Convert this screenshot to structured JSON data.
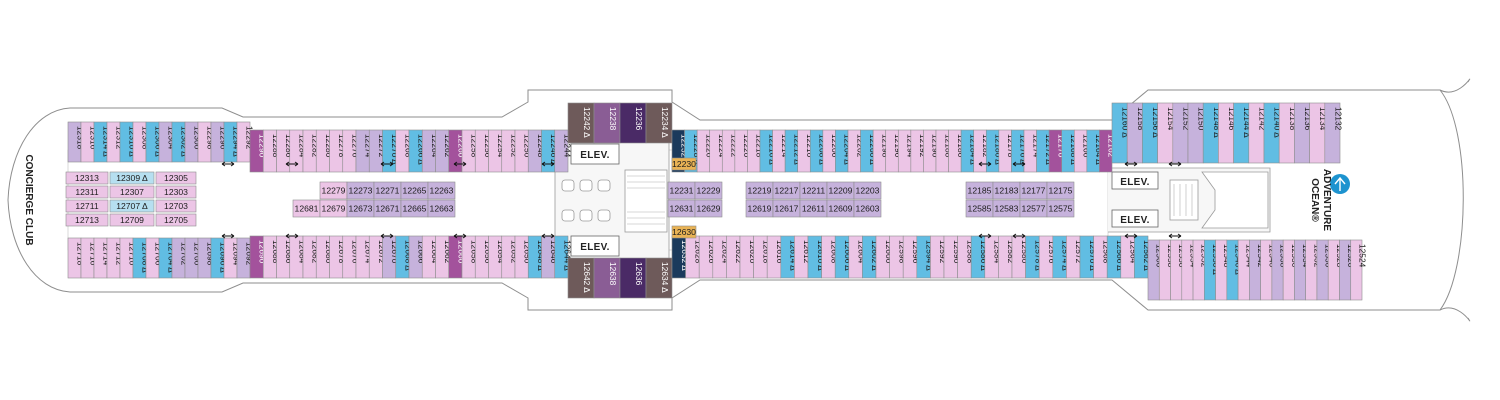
{
  "colors": {
    "pink": "#ecc5e6",
    "lavender": "#c6b2dc",
    "blue": "#61bde3",
    "lightblue": "#b6dff0",
    "magenta": "#a3529c",
    "plum": "#8a5d95",
    "darkplum": "#4a2a66",
    "navy": "#1b3a5c",
    "taupe": "#6e5a5a",
    "gold": "#e9b355",
    "grey": "#dedede",
    "outline": "#8e8e8e"
  },
  "labels": {
    "concierge": "CONCIERGE CLUB",
    "elev_fwd_top": "ELEV.",
    "elev_fwd_bottom": "ELEV.",
    "elev_aft_top": "ELEV.",
    "elev_aft_bottom": "ELEV.",
    "adventure": "ADVENTURE",
    "ocean": "OCEAN®"
  },
  "cabins": {
    "top_fwd": [
      {
        "n": "12318",
        "c": "lavender"
      },
      {
        "n": "12316",
        "c": "pink"
      },
      {
        "n": "12314 Δ",
        "c": "blue"
      },
      {
        "n": "12312",
        "c": "pink"
      },
      {
        "n": "12310 Δ",
        "c": "blue"
      },
      {
        "n": "12308",
        "c": "pink"
      },
      {
        "n": "12306 Δ",
        "c": "blue"
      },
      {
        "n": "12304",
        "c": "lavender"
      },
      {
        "n": "12302 Δ",
        "c": "blue"
      },
      {
        "n": "12300",
        "c": "lavender"
      },
      {
        "n": "12298",
        "c": "pink"
      },
      {
        "n": "12296",
        "c": "lavender"
      },
      {
        "n": "12294 Δ",
        "c": "blue"
      },
      {
        "n": "12292",
        "c": "pink"
      }
    ],
    "top_mid": [
      {
        "n": "12290",
        "c": "magenta"
      },
      {
        "n": "12288",
        "c": "pink"
      },
      {
        "n": "12286",
        "c": "pink"
      },
      {
        "n": "12284",
        "c": "pink"
      },
      {
        "n": "12282",
        "c": "pink"
      },
      {
        "n": "12280",
        "c": "pink"
      },
      {
        "n": "12278",
        "c": "pink"
      },
      {
        "n": "12276",
        "c": "pink"
      },
      {
        "n": "12274",
        "c": "lavender"
      },
      {
        "n": "12272",
        "c": "lavender"
      },
      {
        "n": "12270 Δ",
        "c": "blue"
      },
      {
        "n": "12268",
        "c": "pink"
      },
      {
        "n": "12266 Δ",
        "c": "blue"
      },
      {
        "n": "12264",
        "c": "lavender"
      },
      {
        "n": "12262",
        "c": "lavender"
      },
      {
        "n": "12260",
        "c": "magenta"
      },
      {
        "n": "12258",
        "c": "pink"
      },
      {
        "n": "12256",
        "c": "pink"
      },
      {
        "n": "12254",
        "c": "pink"
      },
      {
        "n": "12252",
        "c": "pink"
      },
      {
        "n": "12250",
        "c": "pink"
      },
      {
        "n": "12248",
        "c": "lavender"
      },
      {
        "n": "12246 Δ",
        "c": "blue"
      },
      {
        "n": "12244",
        "c": "lavender"
      }
    ],
    "top_core": [
      {
        "n": "12242 Δ",
        "c": "taupe"
      },
      {
        "n": "12238",
        "c": "plum"
      },
      {
        "n": "12236",
        "c": "darkplum"
      },
      {
        "n": "12234 Δ",
        "c": "taupe"
      }
    ],
    "top_aft": [
      {
        "n": "12232 Δ",
        "c": "navy"
      },
      {
        "n": "12228 Δ",
        "c": "blue"
      },
      {
        "n": "12226",
        "c": "pink"
      },
      {
        "n": "12224",
        "c": "pink"
      },
      {
        "n": "12222",
        "c": "pink"
      },
      {
        "n": "12220",
        "c": "pink"
      },
      {
        "n": "12218",
        "c": "pink"
      },
      {
        "n": "12216 Δ",
        "c": "blue"
      },
      {
        "n": "12214",
        "c": "pink"
      },
      {
        "n": "12212 Δ",
        "c": "blue"
      },
      {
        "n": "12210",
        "c": "pink"
      },
      {
        "n": "12208 Δ",
        "c": "blue"
      },
      {
        "n": "12206",
        "c": "pink"
      },
      {
        "n": "12204 Δ",
        "c": "blue"
      },
      {
        "n": "12202",
        "c": "pink"
      },
      {
        "n": "12200 Δ",
        "c": "blue"
      },
      {
        "n": "12198",
        "c": "pink"
      },
      {
        "n": "12196",
        "c": "pink"
      },
      {
        "n": "12194",
        "c": "pink"
      },
      {
        "n": "12192",
        "c": "pink"
      },
      {
        "n": "12190",
        "c": "pink"
      },
      {
        "n": "12188",
        "c": "pink"
      },
      {
        "n": "12186",
        "c": "pink"
      },
      {
        "n": "12184 Δ",
        "c": "blue"
      },
      {
        "n": "12182",
        "c": "pink"
      },
      {
        "n": "12180 Δ",
        "c": "blue"
      },
      {
        "n": "12178",
        "c": "pink"
      },
      {
        "n": "12176 Δ",
        "c": "blue"
      },
      {
        "n": "12174",
        "c": "pink"
      },
      {
        "n": "12172 Δ",
        "c": "blue"
      },
      {
        "n": "12170",
        "c": "magenta"
      },
      {
        "n": "12168 Δ",
        "c": "blue"
      },
      {
        "n": "12166",
        "c": "pink"
      },
      {
        "n": "12164 Δ",
        "c": "blue"
      },
      {
        "n": "12162",
        "c": "magenta"
      }
    ],
    "top_stern": [
      {
        "n": "12160 Δ",
        "c": "blue"
      },
      {
        "n": "12158",
        "c": "lavender"
      },
      {
        "n": "12156 Δ",
        "c": "blue"
      },
      {
        "n": "12154",
        "c": "pink"
      },
      {
        "n": "12152",
        "c": "lavender"
      },
      {
        "n": "12150",
        "c": "lavender"
      },
      {
        "n": "12148 Δ",
        "c": "blue"
      },
      {
        "n": "12146",
        "c": "pink"
      },
      {
        "n": "12144 Δ",
        "c": "blue"
      },
      {
        "n": "12142",
        "c": "pink"
      },
      {
        "n": "12140 Δ",
        "c": "blue"
      },
      {
        "n": "12138",
        "c": "pink"
      },
      {
        "n": "12136",
        "c": "lavender"
      },
      {
        "n": "12134",
        "c": "pink"
      },
      {
        "n": "12132",
        "c": "lavender"
      }
    ],
    "bot_fwd": [
      {
        "n": "12718",
        "c": "pink"
      },
      {
        "n": "12716",
        "c": "pink"
      },
      {
        "n": "12714",
        "c": "pink"
      },
      {
        "n": "12712",
        "c": "pink"
      },
      {
        "n": "12710",
        "c": "pink"
      },
      {
        "n": "12708 Δ",
        "c": "blue"
      },
      {
        "n": "12706",
        "c": "pink"
      },
      {
        "n": "12704 Δ",
        "c": "blue"
      },
      {
        "n": "12702",
        "c": "lavender"
      },
      {
        "n": "12700",
        "c": "lavender"
      },
      {
        "n": "12698",
        "c": "lavender"
      },
      {
        "n": "12696 Δ",
        "c": "blue"
      },
      {
        "n": "12694",
        "c": "pink"
      },
      {
        "n": "12692",
        "c": "lavender"
      }
    ],
    "bot_mid": [
      {
        "n": "12690",
        "c": "magenta"
      },
      {
        "n": "12688",
        "c": "pink"
      },
      {
        "n": "12686",
        "c": "pink"
      },
      {
        "n": "12684",
        "c": "pink"
      },
      {
        "n": "12682",
        "c": "pink"
      },
      {
        "n": "12680",
        "c": "pink"
      },
      {
        "n": "12678",
        "c": "pink"
      },
      {
        "n": "12676",
        "c": "pink"
      },
      {
        "n": "12674",
        "c": "pink"
      },
      {
        "n": "12672",
        "c": "pink"
      },
      {
        "n": "12670",
        "c": "lavender"
      },
      {
        "n": "12668 Δ",
        "c": "blue"
      },
      {
        "n": "12666",
        "c": "lavender"
      },
      {
        "n": "12664",
        "c": "pink"
      },
      {
        "n": "12662",
        "c": "pink"
      },
      {
        "n": "12660",
        "c": "magenta"
      },
      {
        "n": "12658",
        "c": "pink"
      },
      {
        "n": "12656",
        "c": "pink"
      },
      {
        "n": "12654",
        "c": "pink"
      },
      {
        "n": "12652",
        "c": "pink"
      },
      {
        "n": "12650",
        "c": "pink"
      },
      {
        "n": "12648 Δ",
        "c": "blue"
      },
      {
        "n": "12646",
        "c": "lavender"
      },
      {
        "n": "12644 Δ",
        "c": "blue"
      }
    ],
    "bot_core": [
      {
        "n": "12642 Δ",
        "c": "taupe"
      },
      {
        "n": "12638",
        "c": "plum"
      },
      {
        "n": "12636",
        "c": "darkplum"
      },
      {
        "n": "12634 Δ",
        "c": "taupe"
      }
    ],
    "bot_aft": [
      {
        "n": "12632 Δ",
        "c": "navy"
      },
      {
        "n": "12628",
        "c": "pink"
      },
      {
        "n": "12626",
        "c": "pink"
      },
      {
        "n": "12624",
        "c": "pink"
      },
      {
        "n": "12622",
        "c": "pink"
      },
      {
        "n": "12620",
        "c": "pink"
      },
      {
        "n": "12618",
        "c": "pink"
      },
      {
        "n": "12616",
        "c": "pink"
      },
      {
        "n": "12614 Δ",
        "c": "blue"
      },
      {
        "n": "12612",
        "c": "pink"
      },
      {
        "n": "12610 Δ",
        "c": "blue"
      },
      {
        "n": "12608",
        "c": "pink"
      },
      {
        "n": "12606 Δ",
        "c": "blue"
      },
      {
        "n": "12604",
        "c": "pink"
      },
      {
        "n": "12602 Δ",
        "c": "blue"
      },
      {
        "n": "12600",
        "c": "pink"
      },
      {
        "n": "12598",
        "c": "pink"
      },
      {
        "n": "12596",
        "c": "pink"
      },
      {
        "n": "12594 Δ",
        "c": "blue"
      },
      {
        "n": "12592",
        "c": "pink"
      },
      {
        "n": "12590",
        "c": "pink"
      },
      {
        "n": "12588",
        "c": "pink"
      },
      {
        "n": "12586 Δ",
        "c": "blue"
      },
      {
        "n": "12584",
        "c": "pink"
      },
      {
        "n": "12582",
        "c": "pink"
      },
      {
        "n": "12580",
        "c": "pink"
      },
      {
        "n": "12578 Δ",
        "c": "blue"
      },
      {
        "n": "12576",
        "c": "pink"
      },
      {
        "n": "12574 Δ",
        "c": "blue"
      },
      {
        "n": "12572",
        "c": "pink"
      },
      {
        "n": "12570 Δ",
        "c": "blue"
      },
      {
        "n": "12568",
        "c": "pink"
      },
      {
        "n": "12566 Δ",
        "c": "blue"
      },
      {
        "n": "12564",
        "c": "pink"
      },
      {
        "n": "12562 Δ",
        "c": "blue"
      }
    ],
    "bot_stern": [
      {
        "n": "12560",
        "c": "lavender"
      },
      {
        "n": "12558",
        "c": "pink"
      },
      {
        "n": "12556",
        "c": "pink"
      },
      {
        "n": "12554",
        "c": "pink"
      },
      {
        "n": "12552",
        "c": "pink"
      },
      {
        "n": "12550 Δ",
        "c": "blue"
      },
      {
        "n": "12548",
        "c": "pink"
      },
      {
        "n": "12546 Δ",
        "c": "blue"
      },
      {
        "n": "12544",
        "c": "pink"
      },
      {
        "n": "12542",
        "c": "lavender"
      },
      {
        "n": "12540",
        "c": "pink"
      },
      {
        "n": "12538",
        "c": "lavender"
      },
      {
        "n": "12536",
        "c": "pink"
      },
      {
        "n": "12534",
        "c": "lavender"
      },
      {
        "n": "12532",
        "c": "pink"
      },
      {
        "n": "12530",
        "c": "lavender"
      },
      {
        "n": "12528",
        "c": "pink"
      },
      {
        "n": "12526",
        "c": "lavender"
      },
      {
        "n": "12524",
        "c": "pink"
      }
    ],
    "fwd_inner": [
      {
        "n": "12313",
        "c": "pink"
      },
      {
        "n": "12309 Δ",
        "c": "lightblue"
      },
      {
        "n": "12305",
        "c": "pink"
      },
      {
        "n": "12311",
        "c": "pink"
      },
      {
        "n": "12307",
        "c": "pink"
      },
      {
        "n": "12303",
        "c": "pink"
      },
      {
        "n": "12711",
        "c": "pink"
      },
      {
        "n": "12707 Δ",
        "c": "lightblue"
      },
      {
        "n": "12703",
        "c": "pink"
      },
      {
        "n": "12713",
        "c": "pink"
      },
      {
        "n": "12709",
        "c": "pink"
      },
      {
        "n": "12705",
        "c": "pink"
      }
    ],
    "inner_a_top": [
      {
        "n": "12279",
        "c": "pink"
      },
      {
        "n": "12273",
        "c": "lavender"
      },
      {
        "n": "12271",
        "c": "lavender"
      },
      {
        "n": "12265",
        "c": "lavender"
      },
      {
        "n": "12263",
        "c": "lavender"
      }
    ],
    "inner_a_bot": [
      {
        "n": "12681",
        "c": "pink"
      },
      {
        "n": "12679",
        "c": "pink"
      },
      {
        "n": "12673",
        "c": "lavender"
      },
      {
        "n": "12671",
        "c": "lavender"
      },
      {
        "n": "12665",
        "c": "lavender"
      },
      {
        "n": "12663",
        "c": "lavender"
      }
    ],
    "inner_b": [
      {
        "n": "12231",
        "c": "lavender"
      },
      {
        "n": "12229",
        "c": "lavender"
      },
      {
        "n": "12631",
        "c": "lavender"
      },
      {
        "n": "12629",
        "c": "lavender"
      }
    ],
    "inner_c_top": [
      {
        "n": "12219",
        "c": "lavender"
      },
      {
        "n": "12217",
        "c": "lavender"
      },
      {
        "n": "12211",
        "c": "lavender"
      },
      {
        "n": "12209",
        "c": "lavender"
      },
      {
        "n": "12203",
        "c": "lavender"
      }
    ],
    "inner_c_bot": [
      {
        "n": "12619",
        "c": "lavender"
      },
      {
        "n": "12617",
        "c": "lavender"
      },
      {
        "n": "12611",
        "c": "lavender"
      },
      {
        "n": "12609",
        "c": "lavender"
      },
      {
        "n": "12603",
        "c": "lavender"
      }
    ],
    "inner_d_top": [
      {
        "n": "12185",
        "c": "lavender"
      },
      {
        "n": "12183",
        "c": "lavender"
      },
      {
        "n": "12177",
        "c": "lavender"
      },
      {
        "n": "12175",
        "c": "lavender"
      }
    ],
    "inner_d_bot": [
      {
        "n": "12585",
        "c": "lavender"
      },
      {
        "n": "12583",
        "c": "lavender"
      },
      {
        "n": "12577",
        "c": "lavender"
      },
      {
        "n": "12575",
        "c": "lavender"
      }
    ],
    "gold_top": {
      "n": "12230",
      "c": "gold"
    },
    "gold_bot": {
      "n": "12630",
      "c": "gold"
    }
  }
}
